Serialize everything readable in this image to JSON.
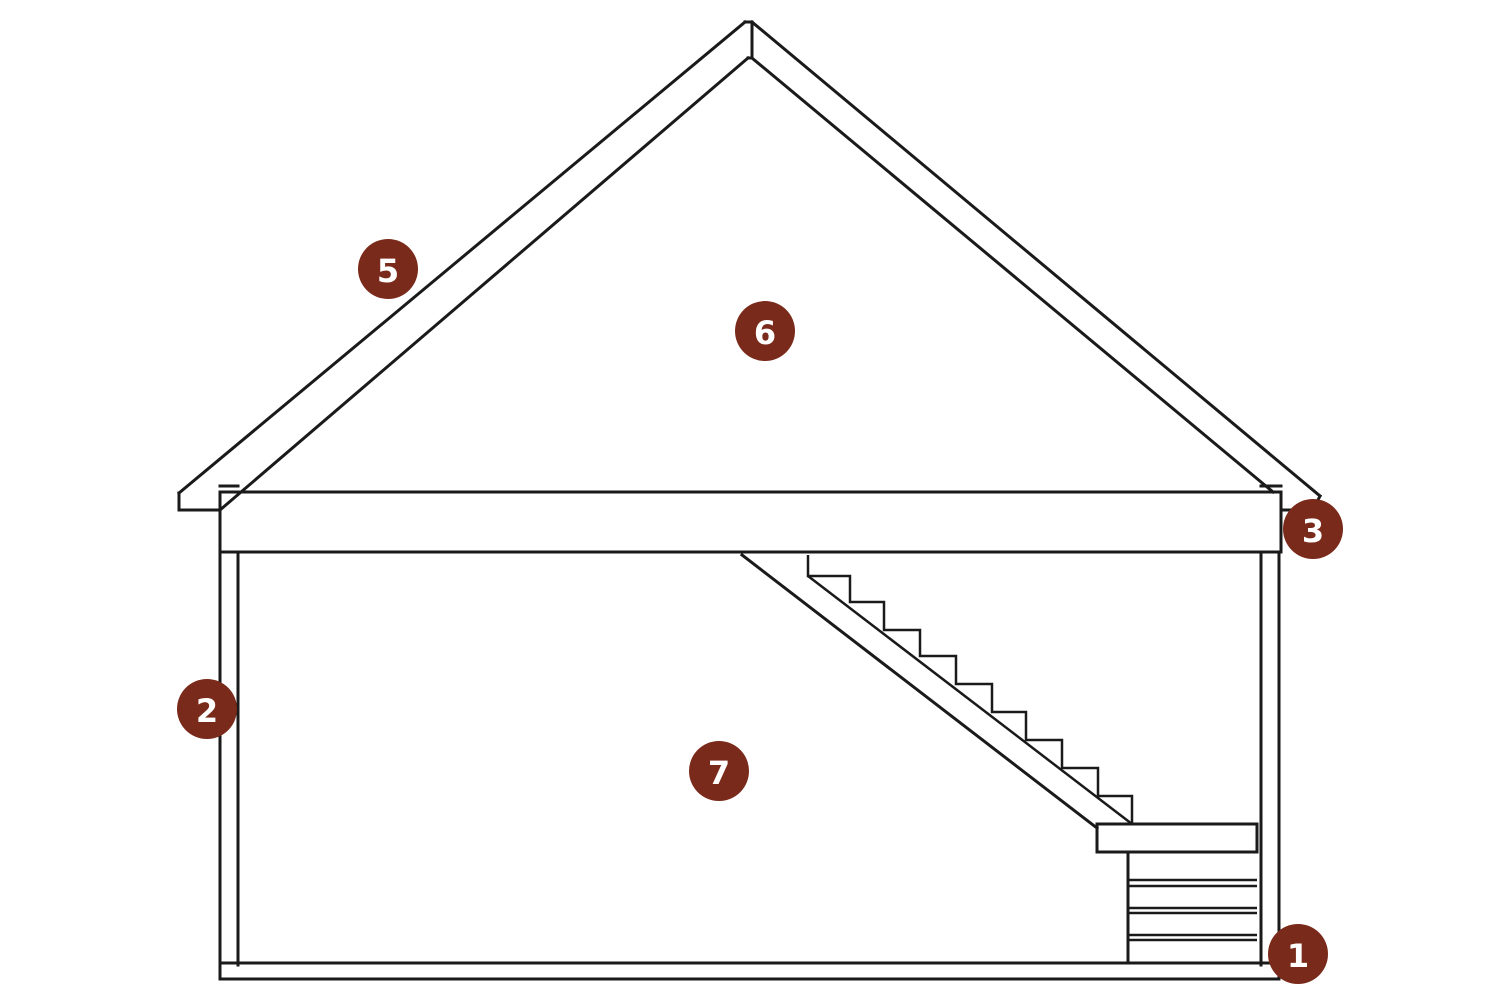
{
  "colors": {
    "marker_fill": "#7a2a1a",
    "marker_text": "#ffffff",
    "outline": "#1a1a1a",
    "background": "#ffffff"
  },
  "markers": [
    {
      "id": "1",
      "label": "1"
    },
    {
      "id": "2",
      "label": "2"
    },
    {
      "id": "3",
      "label": "3"
    },
    {
      "id": "5",
      "label": "5"
    },
    {
      "id": "6",
      "label": "6"
    },
    {
      "id": "7",
      "label": "7"
    }
  ]
}
